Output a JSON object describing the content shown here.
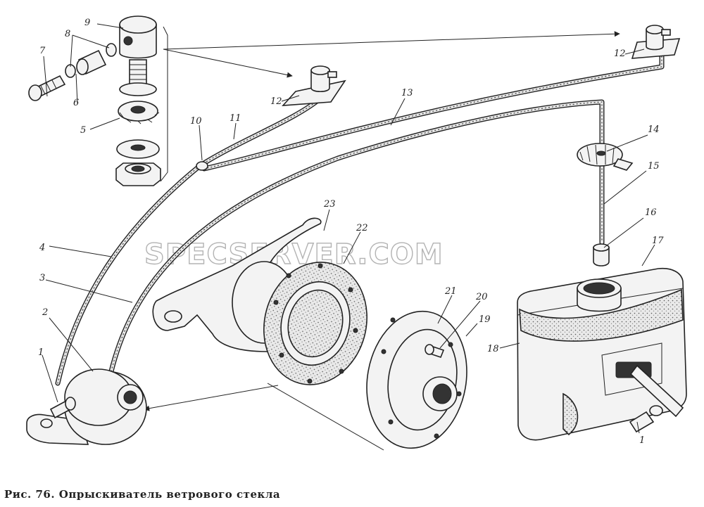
{
  "caption": "Рис. 76. Опрыскиватель ветрового стекла",
  "watermark": "SPECSERVER.COM",
  "callouts": [
    "1",
    "2",
    "3",
    "4",
    "5",
    "6",
    "7",
    "8",
    "9",
    "10",
    "11",
    "12",
    "12",
    "13",
    "14",
    "15",
    "16",
    "17",
    "18",
    "19",
    "20",
    "21",
    "22",
    "23",
    "1"
  ]
}
